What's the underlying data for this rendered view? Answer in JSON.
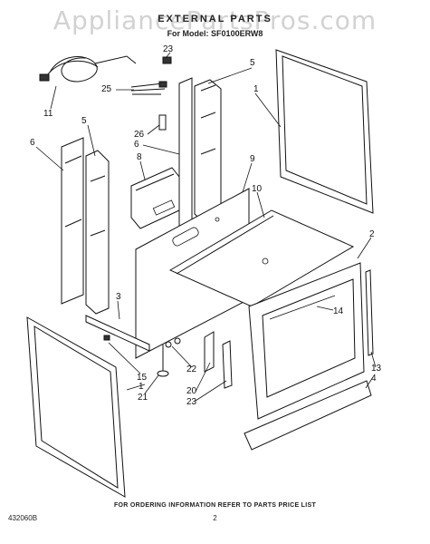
{
  "watermark": "AppliancePartsPros.com",
  "header": {
    "title": "EXTERNAL PARTS",
    "model_line": "For Model: SF0100ERW8"
  },
  "callouts": [
    "23",
    "5",
    "25",
    "11",
    "1",
    "5",
    "26",
    "6",
    "8",
    "6",
    "9",
    "10",
    "2",
    "3",
    "14",
    "15",
    "22",
    "1",
    "20",
    "13",
    "21",
    "23",
    "4"
  ],
  "footer": {
    "ordering_note": "FOR ORDERING INFORMATION REFER TO PARTS PRICE LIST",
    "doc_code": "432060B",
    "page_number": "2"
  }
}
